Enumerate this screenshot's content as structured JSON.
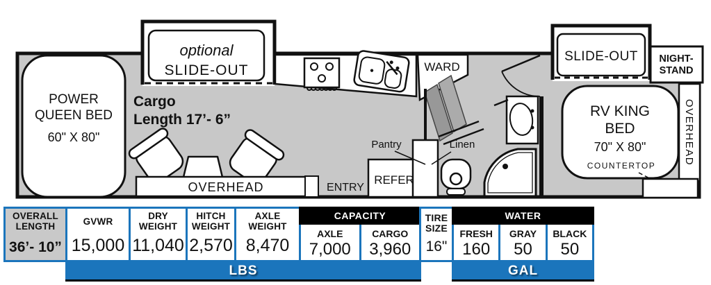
{
  "floorplan": {
    "optional_slideout": {
      "line1": "optional",
      "line2": "SLIDE-OUT"
    },
    "bedroom_slideout": {
      "label": "SLIDE-OUT"
    },
    "nightstand": {
      "line1": "NIGHT-",
      "line2": "STAND"
    },
    "overhead_bedroom": "OVERHEAD",
    "power_queen_bed": {
      "line1": "POWER",
      "line2": "QUEEN BED",
      "size": "60\" X 80\""
    },
    "cargo_length": {
      "line1": "Cargo",
      "line2": "Length 17’- 6”"
    },
    "ward": "WARD",
    "pantry": "Pantry",
    "linen": "Linen",
    "refer": "REFER",
    "entry": "ENTRY",
    "overhead_living": "OVERHEAD",
    "rv_king_bed": {
      "line1": "RV KING",
      "line2": "BED",
      "size": "70\" X 80\"",
      "countertop": "COUNTERTOP"
    }
  },
  "specs": {
    "overall_length": {
      "label_line1": "OVERALL",
      "label_line2": "LENGTH",
      "value": "36’- 10”"
    },
    "gvwr": {
      "label": "GVWR",
      "value": "15,000"
    },
    "dry_weight": {
      "label_line1": "DRY",
      "label_line2": "WEIGHT",
      "value": "11,040"
    },
    "hitch_weight": {
      "label_line1": "HITCH",
      "label_line2": "WEIGHT",
      "value": "2,570"
    },
    "axle_weight": {
      "label_line1": "AXLE",
      "label_line2": "WEIGHT",
      "value": "8,470"
    },
    "capacity": {
      "header": "CAPACITY",
      "axle": {
        "label": "AXLE",
        "value": "7,000"
      },
      "cargo": {
        "label": "CARGO",
        "value": "3,960"
      }
    },
    "tire_size": {
      "label_line1": "TIRE",
      "label_line2": "SIZE",
      "value": "16\""
    },
    "water": {
      "header": "WATER",
      "fresh": {
        "label": "FRESH",
        "value": "160"
      },
      "gray": {
        "label": "GRAY",
        "value": "50"
      },
      "black": {
        "label": "BLACK",
        "value": "50"
      }
    },
    "units": {
      "lbs": "LBS",
      "gal": "GAL"
    }
  },
  "colors": {
    "accent_blue": "#1b75bc",
    "plan_gray": "#c8c8c8",
    "header_black": "#000000",
    "cell_gray": "#c9c9c9"
  }
}
